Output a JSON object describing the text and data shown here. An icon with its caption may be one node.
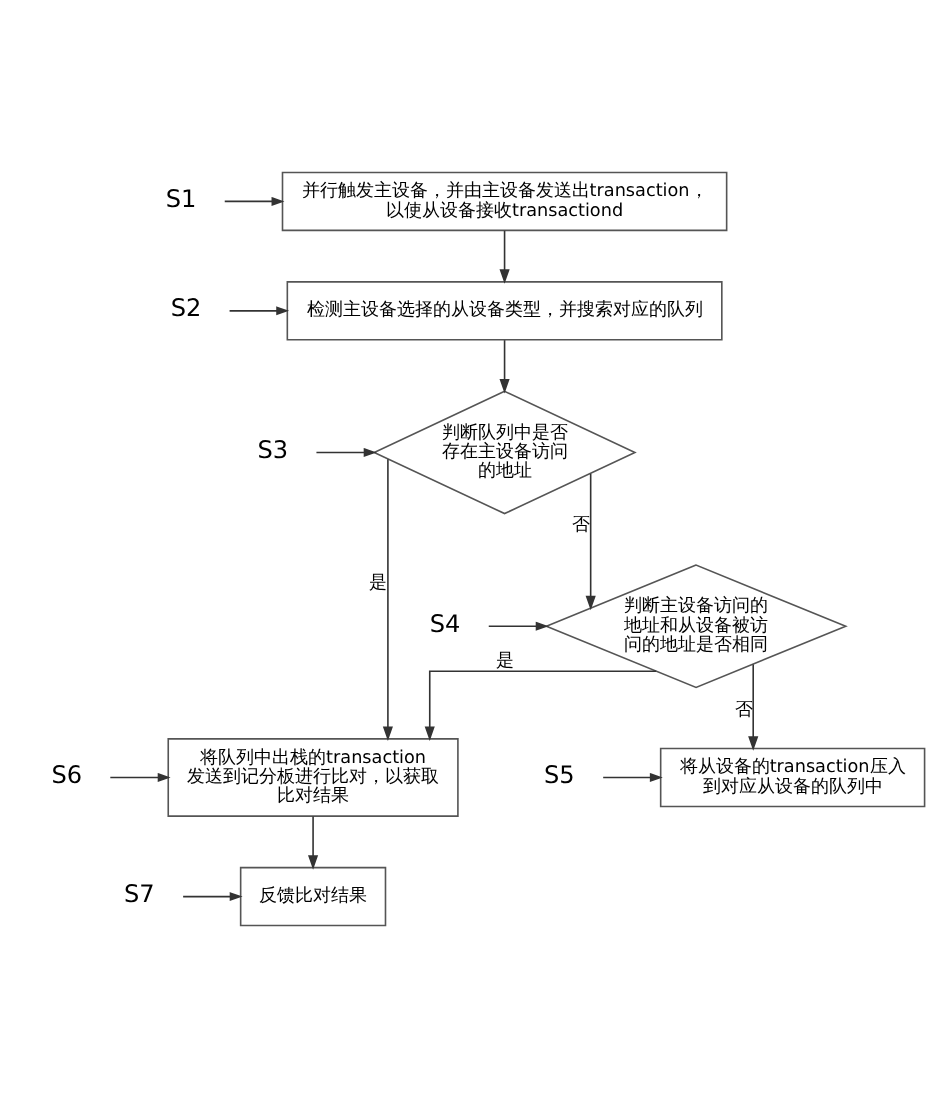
{
  "diagram": {
    "nodes": [
      {
        "text": [
          "并行触发主设备，并由主设备发送出transaction，以使从设备接收transactiond"
        ]
      },
      {
        "text": [
          "检测主设备选择的从设备类型，并搜索对应的队列"
        ]
      },
      {
        "text": [
          "判断队列中是否存在主设备访问的地址"
        ]
      },
      {
        "text": [
          "判断主设备访问的地址和从设备被访问的地址是否相同"
        ]
      },
      {
        "text": [
          "将队列中出栈的transaction发送到记分板进行比对，以获取比对结果"
        ]
      },
      {
        "text": [
          "反馈比对结果"
        ]
      },
      {
        "text": [
          "将从设备的transaction压入到对应从设备的队列中"
        ]
      },
      {
        "text": [
          "S1"
        ]
      },
      {
        "text": [
          "S2"
        ]
      },
      {
        "text": [
          "S3"
        ]
      },
      {
        "text": [
          "S4"
        ]
      },
      {
        "text": [
          "S6"
        ]
      },
      {
        "text": [
          "S7"
        ]
      },
      {
        "text": [
          "S5"
        ]
      }
    ],
    "edges": [
      {
        "from": 0,
        "to": 1,
        "arrow": "to"
      },
      {
        "from": 1,
        "to": 2,
        "arrow": "to"
      },
      {
        "from": 2,
        "to": 3,
        "arrow": "to",
        "label": "否"
      },
      {
        "from": 2,
        "to": 4,
        "arrow": "to",
        "label": "是"
      },
      {
        "from": 3,
        "to": 4,
        "arrow": "to",
        "label": "是"
      },
      {
        "from": 3,
        "to": 6,
        "arrow": "to",
        "label": "否"
      },
      {
        "from": 4,
        "to": 5,
        "arrow": "to"
      },
      {
        "from": 7,
        "to": 0,
        "arrow": "to"
      },
      {
        "from": 8,
        "to": 1,
        "arrow": "to"
      },
      {
        "from": 9,
        "to": 2,
        "arrow": "to"
      },
      {
        "from": 10,
        "to": 3,
        "arrow": "to"
      },
      {
        "from": 11,
        "to": 4,
        "arrow": "to"
      },
      {
        "from": 12,
        "to": 5,
        "arrow": "to"
      },
      {
        "from": 13,
        "to": 6,
        "arrow": "to"
      }
    ]
  }
}
